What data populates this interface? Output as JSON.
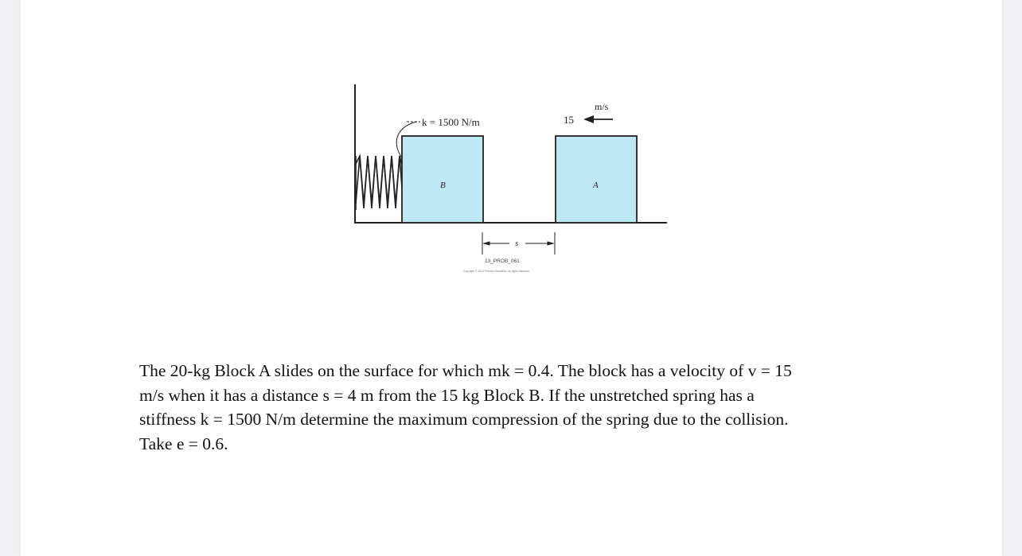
{
  "figure": {
    "spring_label": "k = 1500 N/m",
    "velocity_value": "15",
    "velocity_unit": "m/s",
    "block_b_label": "B",
    "block_a_label": "A",
    "distance_label": "s",
    "figure_caption": "13_PROB_061",
    "copyright_line": "Copyright © 2013 Pearson Education, All rights reserved.",
    "colors": {
      "block_fill": "#bde8f4",
      "line": "#222222"
    }
  },
  "problem": {
    "line1": "The 20-kg Block A slides on the surface for which mk = 0.4.  The block has a velocity of v = 15",
    "line2": "m/s when it has a distance s = 4 m from the 15 kg Block B.  If the unstretched spring has a",
    "line3": "stiffness k = 1500 N/m determine the maximum compression of the spring due to the collision.",
    "line4": "Take e = 0.6."
  }
}
